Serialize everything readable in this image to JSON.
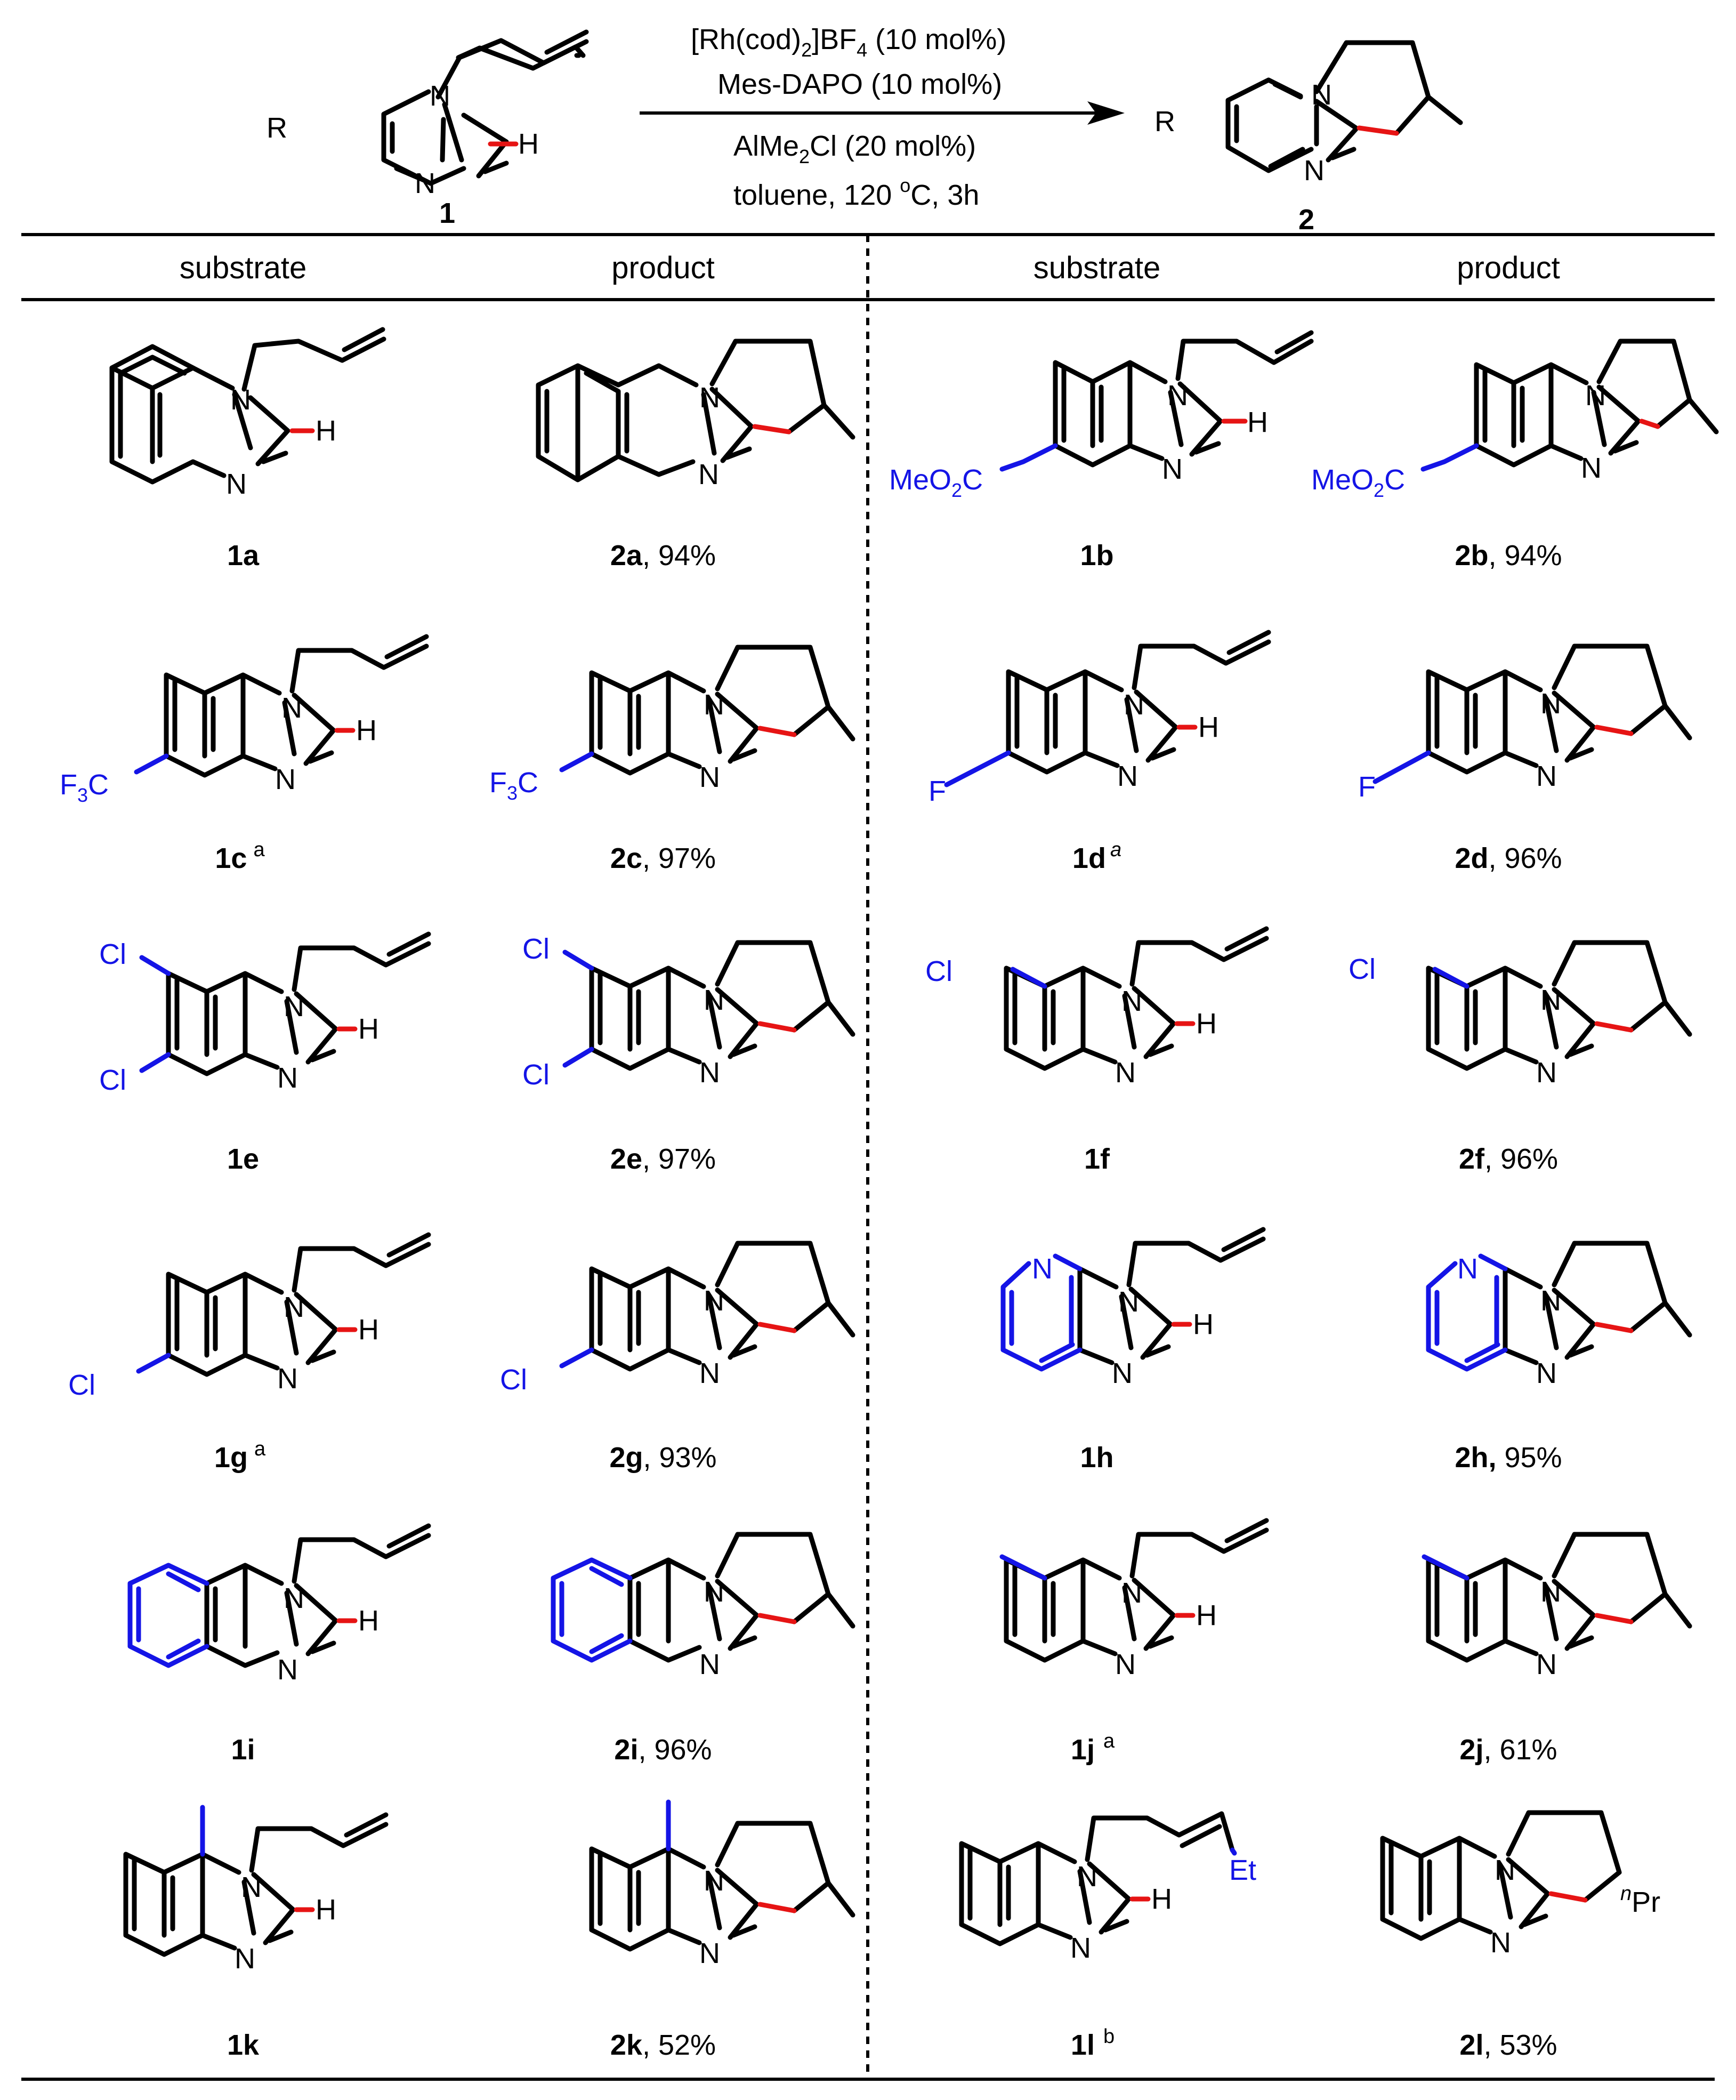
{
  "reaction": {
    "reagents": [
      "[Rh(cod)",
      "2",
      "]BF",
      "4",
      " (10 mol%)"
    ],
    "ligand": "Mes-DAPO (10 mol%)",
    "additive": [
      "AlMe",
      "2",
      "Cl (20 mol%)"
    ],
    "conditions": [
      "toluene, 120 ",
      "o",
      "C, 3h"
    ],
    "substrate_label": "1",
    "product_label": "2",
    "substituent": "R"
  },
  "table": {
    "headers": [
      "substrate",
      "product",
      "substrate",
      "product"
    ],
    "entries": [
      {
        "sub": "1a",
        "sub_note": "",
        "prod": "2a",
        "yield": ", 94%",
        "group": "",
        "group_sub": ""
      },
      {
        "sub": "1b",
        "sub_note": "",
        "prod": "2b",
        "yield": ", 94%",
        "group": "MeO",
        "group_sub": "2"
      },
      {
        "sub": "1c",
        "sub_note": "a",
        "prod": "2c",
        "yield": ", 97%",
        "group": "F",
        "group_sub": "3"
      },
      {
        "sub": "1d",
        "sub_note": "a",
        "prod": "2d",
        "yield": ", 96%",
        "group": "F",
        "group_sub": ""
      },
      {
        "sub": "1e",
        "sub_note": "",
        "prod": "2e",
        "yield": ", 97%",
        "group": "Cl",
        "group_sub": ""
      },
      {
        "sub": "1f",
        "sub_note": "",
        "prod": "2f",
        "yield": ", 96%",
        "group": "Cl",
        "group_sub": ""
      },
      {
        "sub": "1g",
        "sub_note": "a",
        "prod": "2g",
        "yield": ", 93%",
        "group": "Cl",
        "group_sub": ""
      },
      {
        "sub": "1h",
        "sub_note": "",
        "prod": "2h,",
        "yield": " 95%",
        "group": "",
        "group_sub": ""
      },
      {
        "sub": "1i",
        "sub_note": "",
        "prod": "2i",
        "yield": ", 96%",
        "group": "",
        "group_sub": ""
      },
      {
        "sub": "1j",
        "sub_note": "a",
        "prod": "2j",
        "yield": ", 61%",
        "group": "",
        "group_sub": ""
      },
      {
        "sub": "1k",
        "sub_note": "",
        "prod": "2k",
        "yield": ", 52%",
        "group": "",
        "group_sub": ""
      },
      {
        "sub": "1l",
        "sub_note": "b",
        "prod": "2l",
        "yield": ", 53%",
        "group": "Et",
        "group_sub": ""
      }
    ]
  },
  "atoms": {
    "N": "N",
    "H": "H",
    "C": "C",
    "n": "n",
    "Pr": "Pr"
  },
  "colors": {
    "bonds": "#000000",
    "substituent": "#1414e6",
    "new_bond": "#e61414"
  }
}
